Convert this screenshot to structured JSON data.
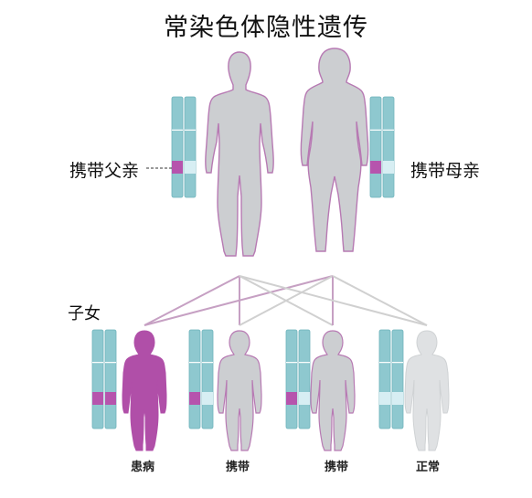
{
  "title": "常染色体隐性遗传",
  "parents": {
    "father_label": "携带父亲",
    "mother_label": "携带母亲"
  },
  "children": {
    "label": "子女",
    "statuses": [
      "患病",
      "携带",
      "携带",
      "正常"
    ]
  },
  "colors": {
    "chromosome": "#8ec8cf",
    "chromosome_edge": "#6fb3bb",
    "recessive_allele": "#b654ad",
    "dominant_allele": "#d7eef3",
    "body_gray": "#ccced1",
    "body_outline": "#b77ab3",
    "affected_fill": "#b04fa8",
    "normal_fill": "#dfe1e3",
    "line_from_father": "#c6a0c3",
    "line_from_mother": "#d0d0d0"
  }
}
